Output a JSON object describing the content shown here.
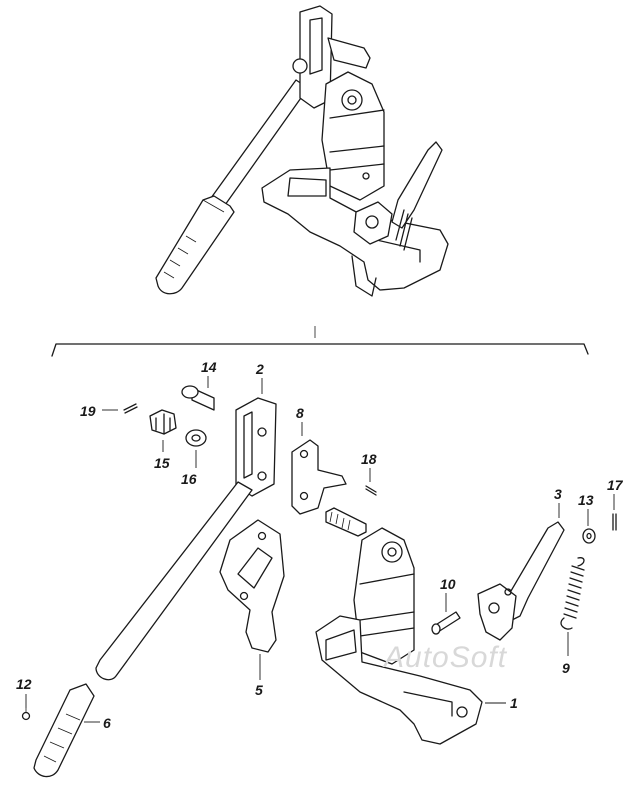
{
  "diagram": {
    "callouts": [
      "1",
      "2",
      "3",
      "5",
      "6",
      "8",
      "9",
      "10",
      "12",
      "13",
      "14",
      "15",
      "16",
      "17",
      "18",
      "19"
    ],
    "watermark": "AutoSoft"
  }
}
